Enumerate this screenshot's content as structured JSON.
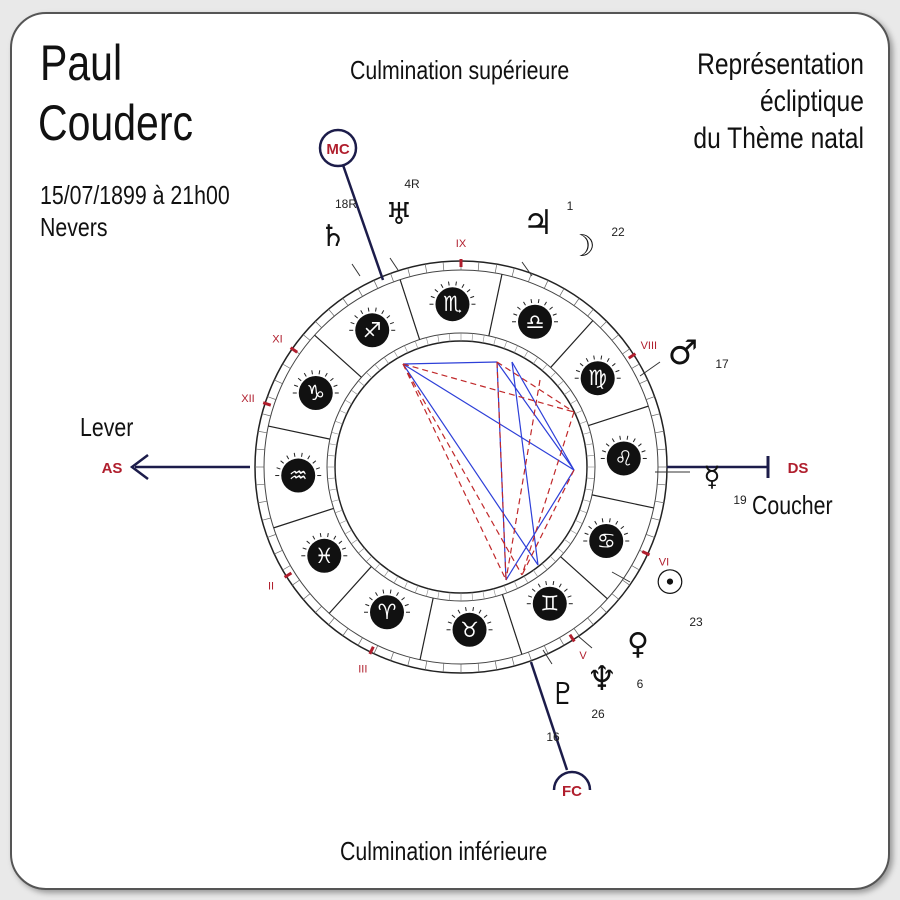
{
  "header": {
    "first_name": "Paul",
    "last_name": "Couderc",
    "date": "15/07/1899 à 21h00",
    "place": "Nevers",
    "title_lines": [
      "Représentation",
      "écliptique",
      "du Thème natal"
    ]
  },
  "labels": {
    "culmination_sup": "Culmination supérieure",
    "culmination_inf": "Culmination inférieure",
    "lever": "Lever",
    "coucher": "Coucher"
  },
  "angles": {
    "as": "AS",
    "ds": "DS",
    "mc": "MC",
    "fc": "FC"
  },
  "colors": {
    "angle": "#b01e2d",
    "axis": "#1c1c4a",
    "aspect_harmonic": "#2d3fd8",
    "aspect_tense": "#c0282a",
    "house_tick": "#b01e2d"
  },
  "houses": [
    {
      "label": "II",
      "angle": 212
    },
    {
      "label": "III",
      "angle": 244
    },
    {
      "label": "V",
      "angle": 303
    },
    {
      "label": "VI",
      "angle": 335
    },
    {
      "label": "VIII",
      "angle": 33
    },
    {
      "label": "IX",
      "angle": 90
    },
    {
      "label": "XI",
      "angle": 145
    },
    {
      "label": "XII",
      "angle": 162
    }
  ],
  "signs": [
    {
      "name": "scorpio-icon",
      "glyph": "♏",
      "angle": 93
    },
    {
      "name": "libra-icon",
      "glyph": "♎",
      "angle": 63
    },
    {
      "name": "virgo-icon",
      "glyph": "♍",
      "angle": 33
    },
    {
      "name": "leo-icon",
      "glyph": "♌",
      "angle": 3
    },
    {
      "name": "cancer-icon",
      "glyph": "♋",
      "angle": -27
    },
    {
      "name": "gemini-icon",
      "glyph": "♊",
      "angle": -57
    },
    {
      "name": "taurus-icon",
      "glyph": "♉",
      "angle": -87
    },
    {
      "name": "aries-icon",
      "glyph": "♈",
      "angle": -117
    },
    {
      "name": "pisces-icon",
      "glyph": "♓",
      "angle": -147
    },
    {
      "name": "aquarius-icon",
      "glyph": "♒",
      "angle": -177
    },
    {
      "name": "capricorn-icon",
      "glyph": "♑",
      "angle": 153
    },
    {
      "name": "sagittarius-icon",
      "glyph": "♐",
      "angle": 123
    }
  ],
  "planets": [
    {
      "name": "saturn-icon",
      "glyph": "♄",
      "degree": "18R"
    },
    {
      "name": "uranus-icon",
      "glyph": "♅",
      "degree": "4R"
    },
    {
      "name": "jupiter-icon",
      "glyph": "♃",
      "degree": "1"
    },
    {
      "name": "moon-icon",
      "glyph": "☽",
      "degree": "22"
    },
    {
      "name": "mars-icon",
      "glyph": "♂",
      "degree": "17"
    },
    {
      "name": "mercury-icon",
      "glyph": "☿",
      "degree": "19"
    },
    {
      "name": "sun-icon",
      "glyph": "☉",
      "degree": "23"
    },
    {
      "name": "venus-icon",
      "glyph": "♀",
      "degree": "6"
    },
    {
      "name": "neptune-icon",
      "glyph": "♆",
      "degree": "26"
    },
    {
      "name": "pluto-icon",
      "glyph": "♇",
      "degree": "16"
    }
  ]
}
